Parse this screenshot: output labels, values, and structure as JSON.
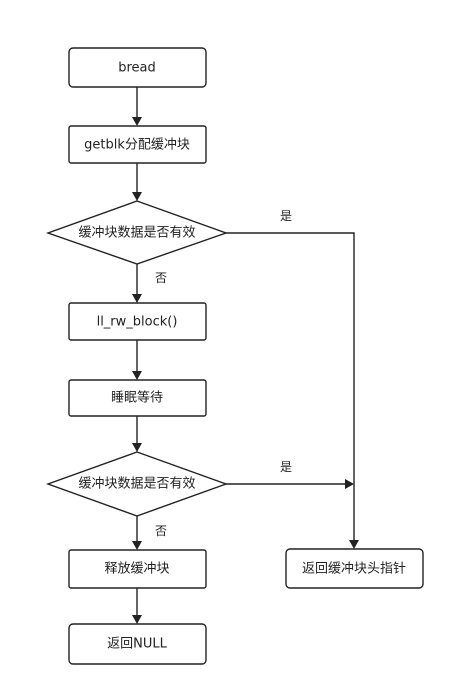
{
  "nodes": {
    "bread": "bread",
    "getblk": "getblk分配缓冲块",
    "check1": "缓冲块数据是否有效",
    "ll_rw_block": "ll_rw_block()",
    "sleep": "睡眠等待",
    "check2": "缓冲块数据是否有效",
    "release": "释放缓冲块",
    "return_null": "返回NULL",
    "return_ptr": "返回缓冲块头指针"
  },
  "edge_labels": {
    "check1_yes": "是",
    "check1_no": "否",
    "check2_yes": "是",
    "check2_no": "否"
  }
}
